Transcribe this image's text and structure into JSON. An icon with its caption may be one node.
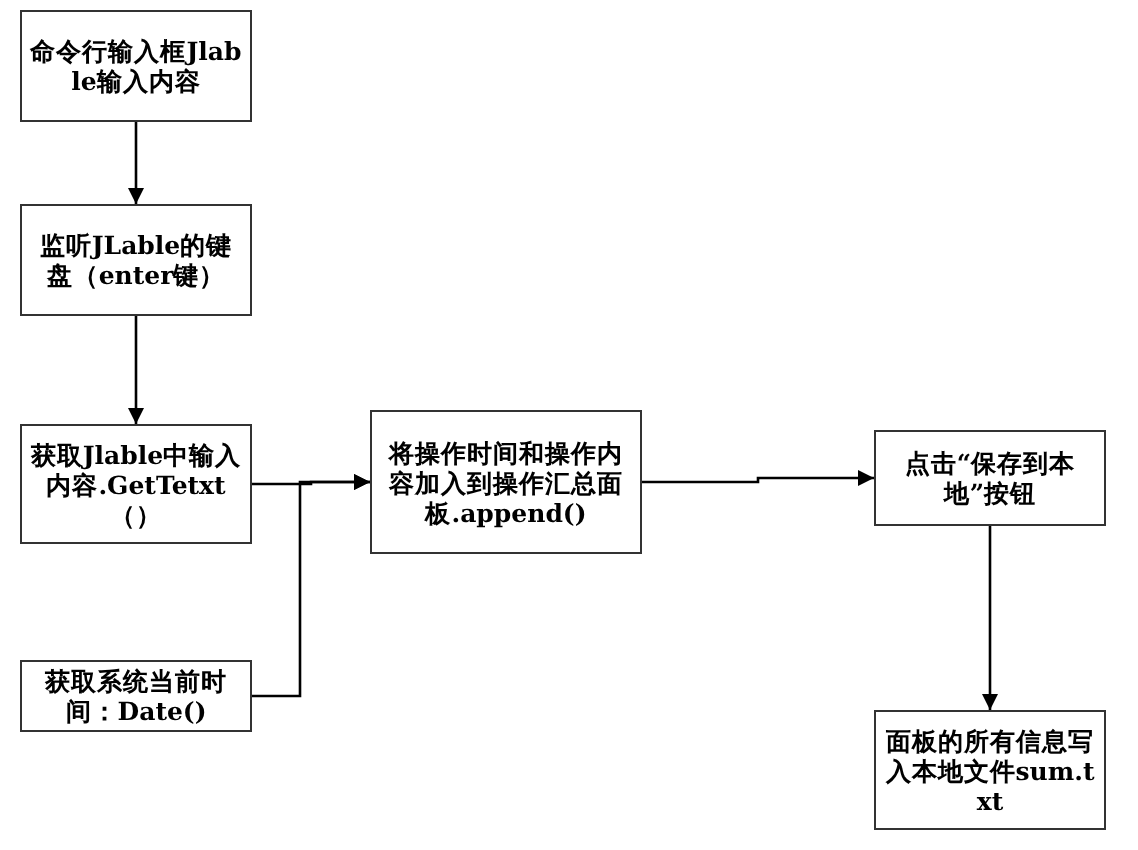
{
  "diagram": {
    "nodes": [
      {
        "text": [
          "命令行输入框Jlable输入内容"
        ]
      },
      {
        "text": [
          "监听JLable的键盘（enter键）"
        ]
      },
      {
        "text": [
          "获取Jlable中输入内容.GetTetxt（）"
        ]
      },
      {
        "text": [
          "获取系统当前时间：Date()"
        ]
      },
      {
        "text": [
          "将操作时间和操作内容加入到操作汇总面板.append()"
        ]
      },
      {
        "text": [
          "点击“保存到本地”按钮"
        ]
      },
      {
        "text": [
          "面板的所有信息写入本地文件sum.txt"
        ]
      }
    ],
    "edges": [
      {
        "from": 0,
        "to": 1,
        "arrow": "to"
      },
      {
        "from": 1,
        "to": 2,
        "arrow": "to"
      },
      {
        "from": 2,
        "to": 4,
        "arrow": "to"
      },
      {
        "from": 3,
        "to": 4,
        "arrow": "to"
      },
      {
        "from": 4,
        "to": 5,
        "arrow": "to"
      },
      {
        "from": 5,
        "to": 6,
        "arrow": "to"
      }
    ]
  }
}
